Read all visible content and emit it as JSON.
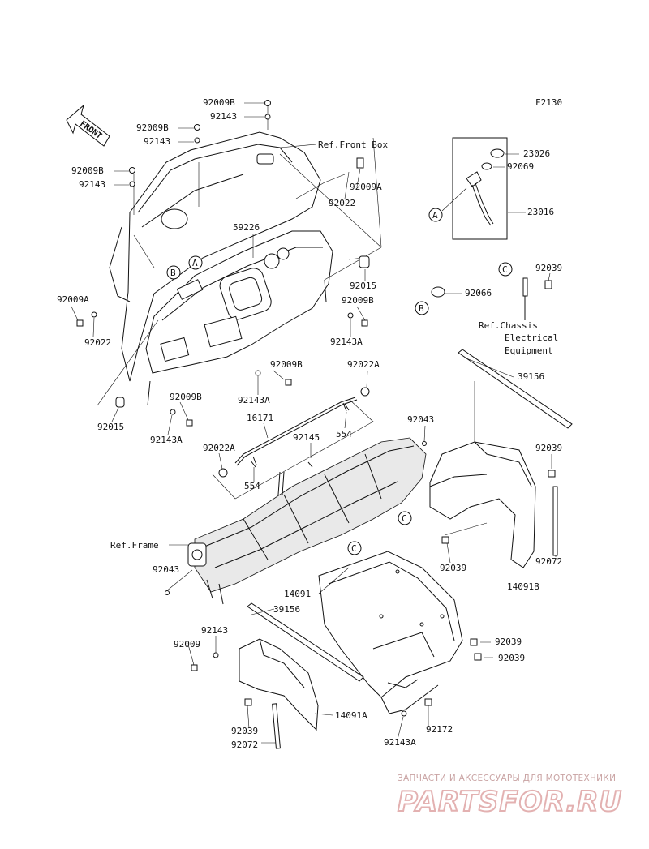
{
  "diagram": {
    "code": "F2130",
    "front_label": "FRONT",
    "refs": {
      "front_box": "Ref.Front Box",
      "frame": "Ref.Frame",
      "chassis": [
        "Ref.Chassis",
        "Electrical",
        "Equipment"
      ]
    },
    "callouts": {
      "a": "A",
      "b": "B",
      "c": "C"
    },
    "parts": [
      "92009B",
      "92143",
      "92009B",
      "92143",
      "92009B",
      "92143",
      "92022",
      "92009A",
      "59226",
      "92015",
      "92009A",
      "92022",
      "92009B",
      "92143A",
      "92009B",
      "92143A",
      "92022A",
      "92015",
      "92009B",
      "92143A",
      "16171",
      "554",
      "92145",
      "92022A",
      "554",
      "92043",
      "39156",
      "92039",
      "92072",
      "14091B",
      "92043",
      "14091",
      "92039",
      "92039",
      "92039",
      "39156",
      "92143",
      "92009",
      "92039",
      "92072",
      "14091A",
      "92172",
      "92143A",
      "23026",
      "92069",
      "23016",
      "92039",
      "92066"
    ]
  },
  "watermark": {
    "caption": "ЗАПЧАСТИ И АКСЕССУАРЫ ДЛЯ МОТОТЕХНИКИ",
    "brand": "PARTSFOR.RU"
  }
}
